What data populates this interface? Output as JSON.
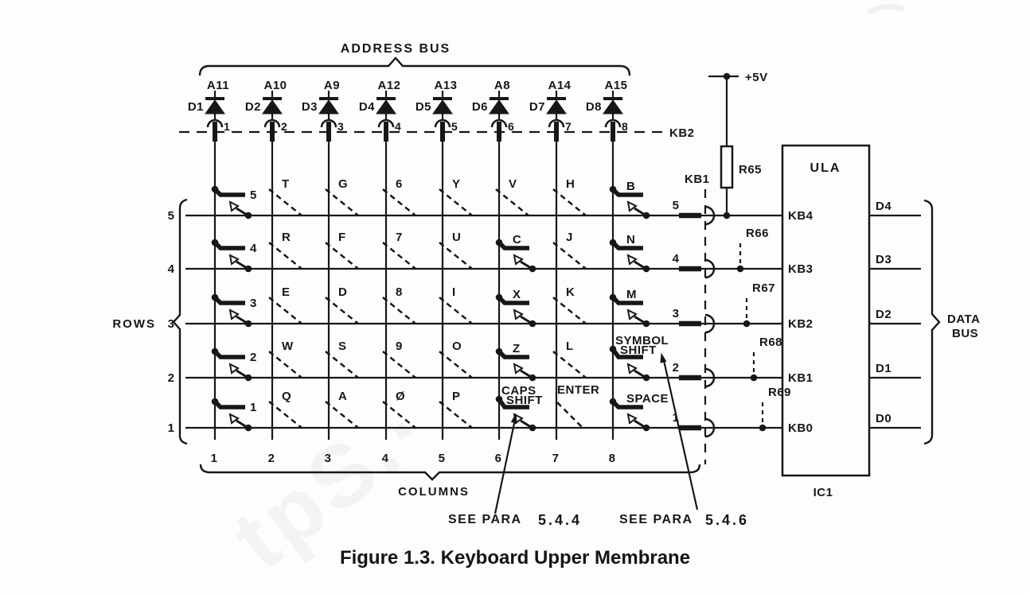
{
  "figure_caption": "Figure 1.3. Keyboard Upper Membrane",
  "watermark": "tpS.·",
  "top": {
    "bus_label": "ADDRESS BUS",
    "address_lines": [
      "A11",
      "A10",
      "A9",
      "A12",
      "A13",
      "A8",
      "A14",
      "A15"
    ],
    "diode_refs": [
      "D1",
      "D2",
      "D3",
      "D4",
      "D5",
      "D6",
      "D7",
      "D8"
    ],
    "connector_pins": [
      "1",
      "2",
      "3",
      "4",
      "5",
      "6",
      "7",
      "8"
    ],
    "membrane_tail_label": "KB2"
  },
  "left": {
    "brace_label": "ROWS",
    "row_numbers": [
      "5",
      "4",
      "3",
      "2",
      "1"
    ]
  },
  "bottom": {
    "brace_label": "COLUMNS",
    "column_numbers": [
      "1",
      "2",
      "3",
      "4",
      "5",
      "6",
      "7",
      "8"
    ],
    "notes": [
      {
        "text": "SEE PARA",
        "ref": "5.4.4"
      },
      {
        "text": "SEE PARA",
        "ref": "5.4.6"
      }
    ]
  },
  "right": {
    "membrane_tail_label": "KB1",
    "row_connector_numbers": [
      "5",
      "4",
      "3",
      "2",
      "1"
    ],
    "supply_label": "+5V",
    "pullup_resistor": "R65",
    "line_resistors": [
      "R66",
      "R67",
      "R68",
      "R69"
    ],
    "ula": {
      "name": "ULA",
      "ref": "IC1",
      "inputs": [
        "KB4",
        "KB3",
        "KB2",
        "KB1",
        "KB0"
      ],
      "outputs": [
        "D4",
        "D3",
        "D2",
        "D1",
        "D0"
      ]
    },
    "bus_label": [
      "DATA",
      "BUS"
    ]
  },
  "matrix_rows": [
    {
      "row_number": "5",
      "keys": [
        {
          "label": [
            "5"
          ],
          "type": "solid",
          "labelPos": "right"
        },
        {
          "label": [
            "T"
          ],
          "type": "dashed"
        },
        {
          "label": [
            "G"
          ],
          "type": "dashed"
        },
        {
          "label": [
            "6"
          ],
          "type": "dashed"
        },
        {
          "label": [
            "Y"
          ],
          "type": "dashed"
        },
        {
          "label": [
            "V"
          ],
          "type": "dashed"
        },
        {
          "label": [
            "H"
          ],
          "type": "dashed"
        },
        {
          "label": [
            "B"
          ],
          "type": "solid",
          "labelPos": "above"
        }
      ]
    },
    {
      "row_number": "4",
      "keys": [
        {
          "label": [
            "4"
          ],
          "type": "solid",
          "labelPos": "right"
        },
        {
          "label": [
            "R"
          ],
          "type": "dashed"
        },
        {
          "label": [
            "F"
          ],
          "type": "dashed"
        },
        {
          "label": [
            "7"
          ],
          "type": "dashed"
        },
        {
          "label": [
            "U"
          ],
          "type": "dashed"
        },
        {
          "label": [
            "C"
          ],
          "type": "solid",
          "labelPos": "above"
        },
        {
          "label": [
            "J"
          ],
          "type": "dashed"
        },
        {
          "label": [
            "N"
          ],
          "type": "solid",
          "labelPos": "above"
        }
      ]
    },
    {
      "row_number": "3",
      "keys": [
        {
          "label": [
            "3"
          ],
          "type": "solid",
          "labelPos": "right"
        },
        {
          "label": [
            "E"
          ],
          "type": "dashed"
        },
        {
          "label": [
            "D"
          ],
          "type": "dashed"
        },
        {
          "label": [
            "8"
          ],
          "type": "dashed"
        },
        {
          "label": [
            "I"
          ],
          "type": "dashed"
        },
        {
          "label": [
            "X"
          ],
          "type": "solid",
          "labelPos": "above"
        },
        {
          "label": [
            "K"
          ],
          "type": "dashed"
        },
        {
          "label": [
            "M"
          ],
          "type": "solid",
          "labelPos": "above"
        }
      ]
    },
    {
      "row_number": "2",
      "keys": [
        {
          "label": [
            "2"
          ],
          "type": "solid",
          "labelPos": "right"
        },
        {
          "label": [
            "W"
          ],
          "type": "dashed"
        },
        {
          "label": [
            "S"
          ],
          "type": "dashed"
        },
        {
          "label": [
            "9"
          ],
          "type": "dashed"
        },
        {
          "label": [
            "O"
          ],
          "type": "dashed"
        },
        {
          "label": [
            "Z"
          ],
          "type": "solid",
          "labelPos": "above"
        },
        {
          "label": [
            "L"
          ],
          "type": "dashed"
        },
        {
          "label": [
            "SYMBOL",
            "SHIFT"
          ],
          "type": "solid",
          "labelPos": "above"
        }
      ]
    },
    {
      "row_number": "1",
      "keys": [
        {
          "label": [
            "1"
          ],
          "type": "solid",
          "labelPos": "right"
        },
        {
          "label": [
            "Q"
          ],
          "type": "dashed"
        },
        {
          "label": [
            "A"
          ],
          "type": "dashed"
        },
        {
          "label": [
            "Ø"
          ],
          "type": "dashed"
        },
        {
          "label": [
            "P"
          ],
          "type": "dashed"
        },
        {
          "label": [
            "CAPS",
            "SHIFT"
          ],
          "type": "solid",
          "labelPos": "above"
        },
        {
          "label": [
            "ENTER"
          ],
          "type": "dashed",
          "labelPos": "above"
        },
        {
          "label": [
            "SPACE"
          ],
          "type": "solid",
          "labelPos": "above"
        }
      ]
    }
  ]
}
